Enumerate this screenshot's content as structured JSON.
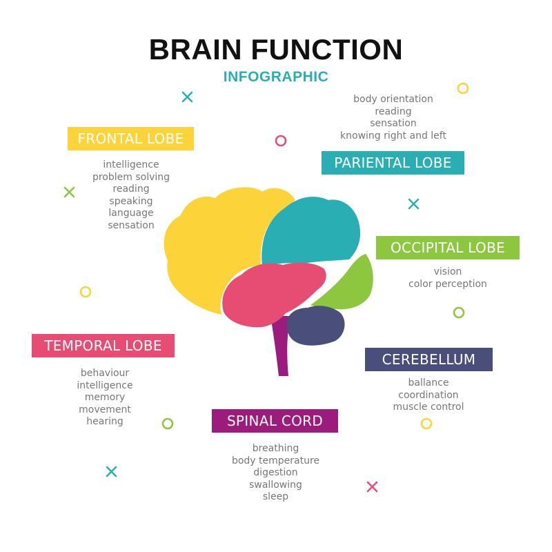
{
  "title": "BRAIN FUNCTION",
  "subtitle": "INFOGRAPHIC",
  "colors": {
    "frontal": "#FDD33A",
    "parietal": "#29AEB3",
    "occipital": "#8DC63F",
    "temporal": "#E74C73",
    "cerebellum": "#4A4E7B",
    "spinal": "#9B1C7C",
    "text": "#777777",
    "title": "#111111"
  },
  "lobes": {
    "frontal": {
      "label": "FRONTAL LOBE",
      "items": [
        "intelligence",
        "problem solving",
        "reading",
        "speaking",
        "language",
        "sensation"
      ]
    },
    "parietal": {
      "label": "PARIENTAL LOBE",
      "items": [
        "body orientation",
        "reading",
        "sensation",
        "knowing right and left"
      ]
    },
    "occipital": {
      "label": "OCCIPITAL LOBE",
      "items": [
        "vision",
        "color perception"
      ]
    },
    "temporal": {
      "label": "TEMPORAL LOBE",
      "items": [
        "behaviour",
        "intelligence",
        "memory",
        "movement",
        "hearing"
      ]
    },
    "cerebellum": {
      "label": "CEREBELLUM",
      "items": [
        "ballance",
        "coordination",
        "muscle control"
      ]
    },
    "spinal": {
      "label": "SPINAL CORD",
      "items": [
        "breathing",
        "body temperature",
        "digestion",
        "swallowing",
        "sleep"
      ]
    }
  }
}
